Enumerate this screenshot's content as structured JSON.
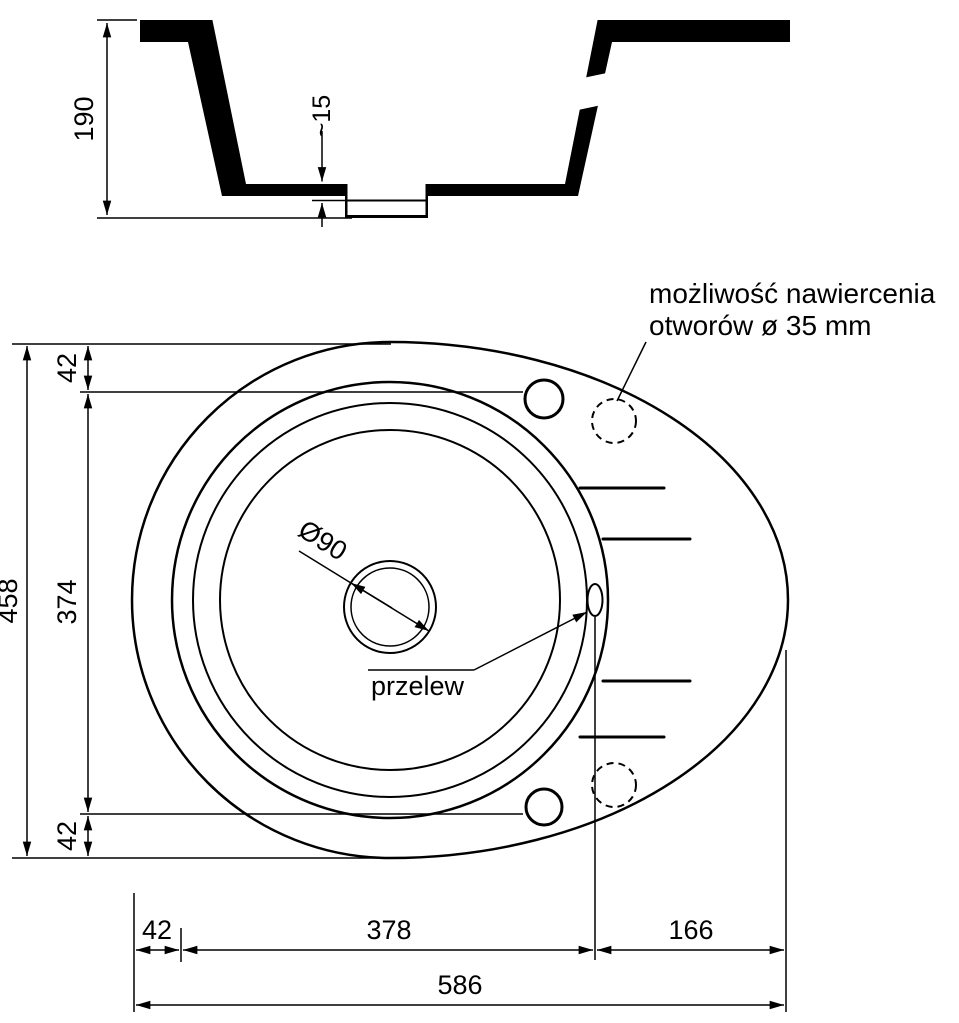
{
  "drawing": {
    "colors": {
      "line": "#000000",
      "background": "#ffffff"
    },
    "cross_section": {
      "depth": "190",
      "step": "~15"
    },
    "plan": {
      "note_line1": "możliwość nawiercenia",
      "note_line2": "otworów ø 35 mm",
      "overflow": "przelew",
      "drain": "Ø90",
      "height": "458",
      "top_offset": "42",
      "mid_height": "374",
      "bottom_offset": "42",
      "left_offset": "42",
      "bowl_width": "378",
      "drainer_width": "166",
      "total_width": "586"
    }
  }
}
